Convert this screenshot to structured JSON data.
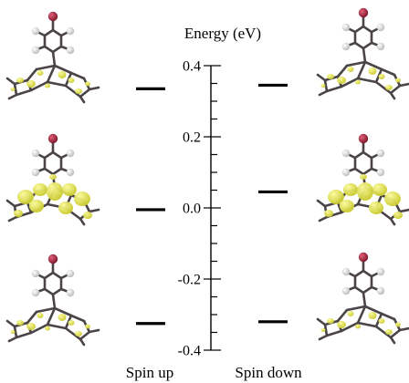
{
  "chart_data": {
    "type": "scatter",
    "title": "Energy (eV)",
    "ylabel": "Energy (eV)",
    "ylim": [
      -0.4,
      0.4
    ],
    "y_ticks": [
      "0.4",
      "0.2",
      "0.0",
      "-0.2",
      "-0.4"
    ],
    "y_tick_values": [
      0.4,
      0.2,
      0.0,
      -0.2,
      -0.4
    ],
    "minor_tick_step": 0.05,
    "series": [
      {
        "name": "Spin up",
        "values": [
          0.335,
          -0.005,
          -0.325
        ]
      },
      {
        "name": "Spin down",
        "values": [
          0.345,
          0.045,
          -0.32
        ]
      }
    ],
    "grid": false,
    "legend": "none",
    "colors": {
      "level": "#000000",
      "orbital": "#ecec4a",
      "atom_heavy": "#9e2038",
      "bond": "#4a4446",
      "atom_h": "#dcdcdc"
    }
  }
}
